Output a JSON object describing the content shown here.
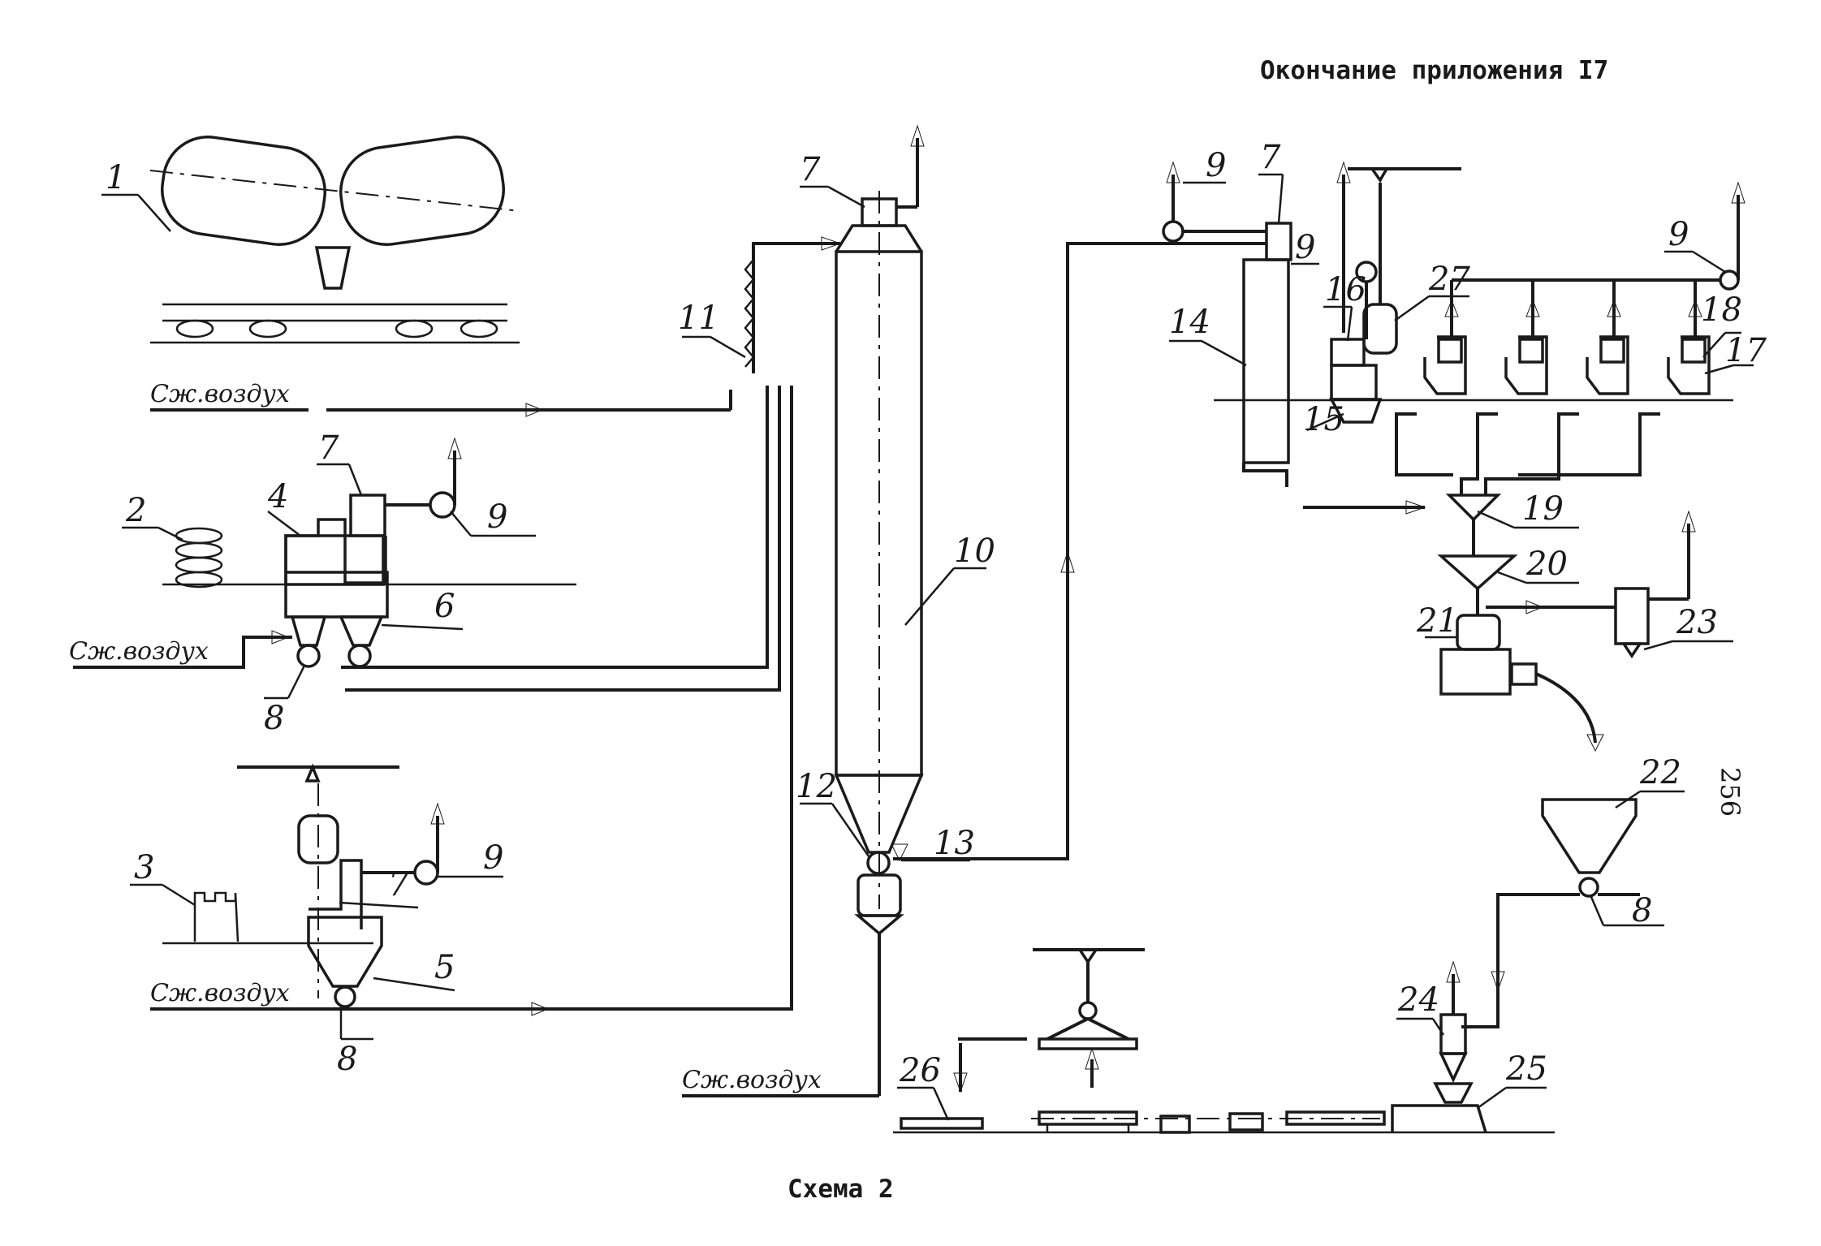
{
  "header": {
    "title": "Окончание приложения I7"
  },
  "caption": "Схема 2",
  "page_number": "256",
  "air_label": "Сж.воздух",
  "labels": [
    "1",
    "2",
    "3",
    "4",
    "5",
    "6",
    "7",
    "8",
    "9",
    "10",
    "11",
    "12",
    "13",
    "14",
    "15",
    "16",
    "17",
    "18",
    "19",
    "20",
    "21",
    "22",
    "23",
    "24",
    "25",
    "26",
    "27"
  ],
  "line_color": "#1a1a1a"
}
